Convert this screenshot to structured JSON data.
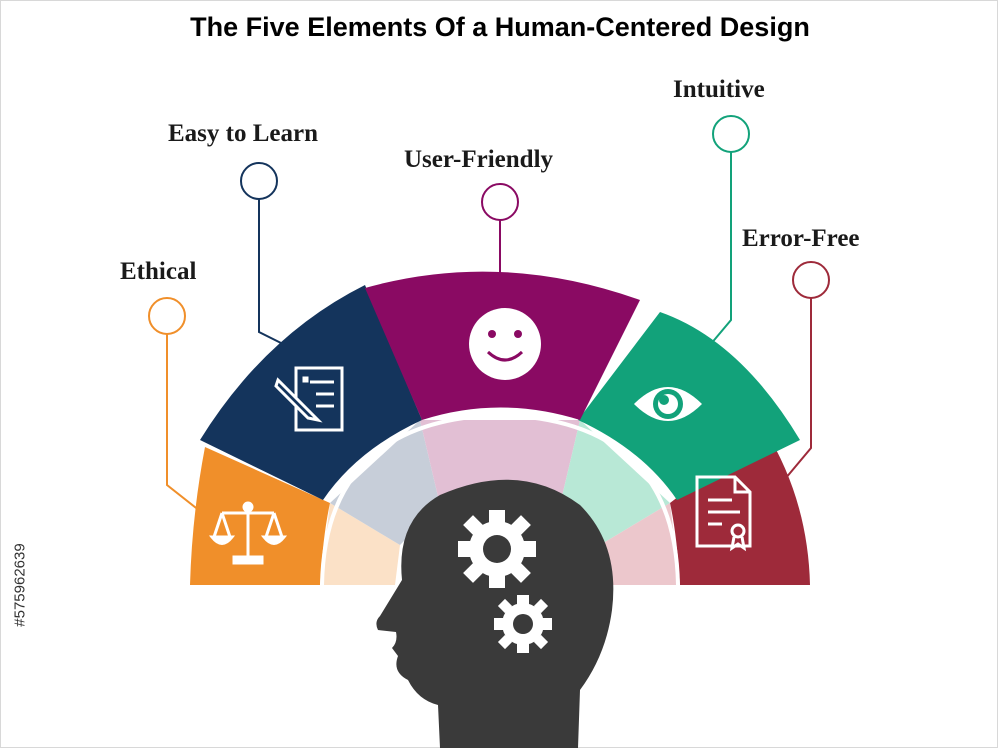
{
  "title": "The Five Elements Of a Human-Centered Design",
  "elements": [
    {
      "label": "Ethical",
      "icon": "scales-icon",
      "color": "#f08f2a",
      "inner_color": "#fbe1c7"
    },
    {
      "label": "Easy to Learn",
      "icon": "checklist-pen-icon",
      "color": "#14345c",
      "inner_color": "#c7ced9"
    },
    {
      "label": "User-Friendly",
      "icon": "smiley-face-icon",
      "color": "#8a0a63",
      "inner_color": "#e2bfd4"
    },
    {
      "label": "Intuitive",
      "icon": "eye-icon",
      "color": "#12a27a",
      "inner_color": "#b8e8d6"
    },
    {
      "label": "Error-Free",
      "icon": "certificate-document-icon",
      "color": "#9e2a3a",
      "inner_color": "#ecc7cc"
    }
  ],
  "center_icon": "head-with-gears-icon",
  "head_color": "#3a3a3a",
  "watermark": "#575962639"
}
